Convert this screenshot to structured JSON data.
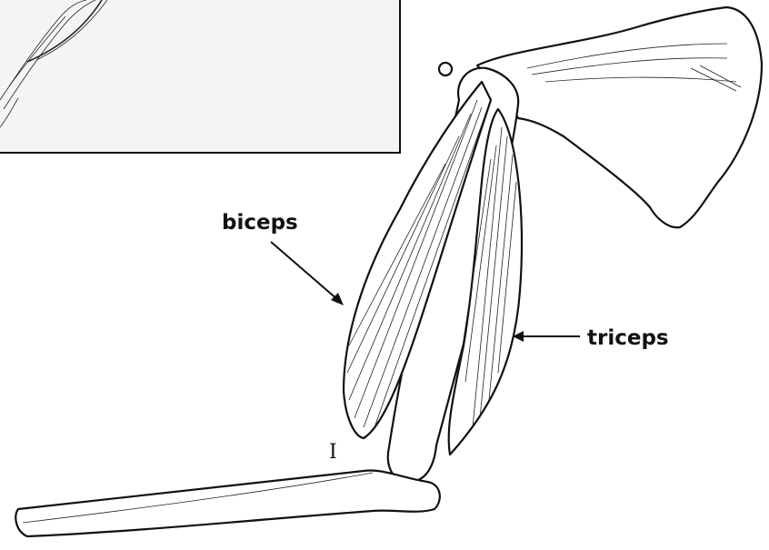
{
  "labels": {
    "biceps": "biceps",
    "triceps": "triceps",
    "origin": "O",
    "insertion": "I"
  },
  "colors": {
    "ink": "#111111",
    "background": "#ffffff",
    "inset_background": "#f5f5f5"
  }
}
